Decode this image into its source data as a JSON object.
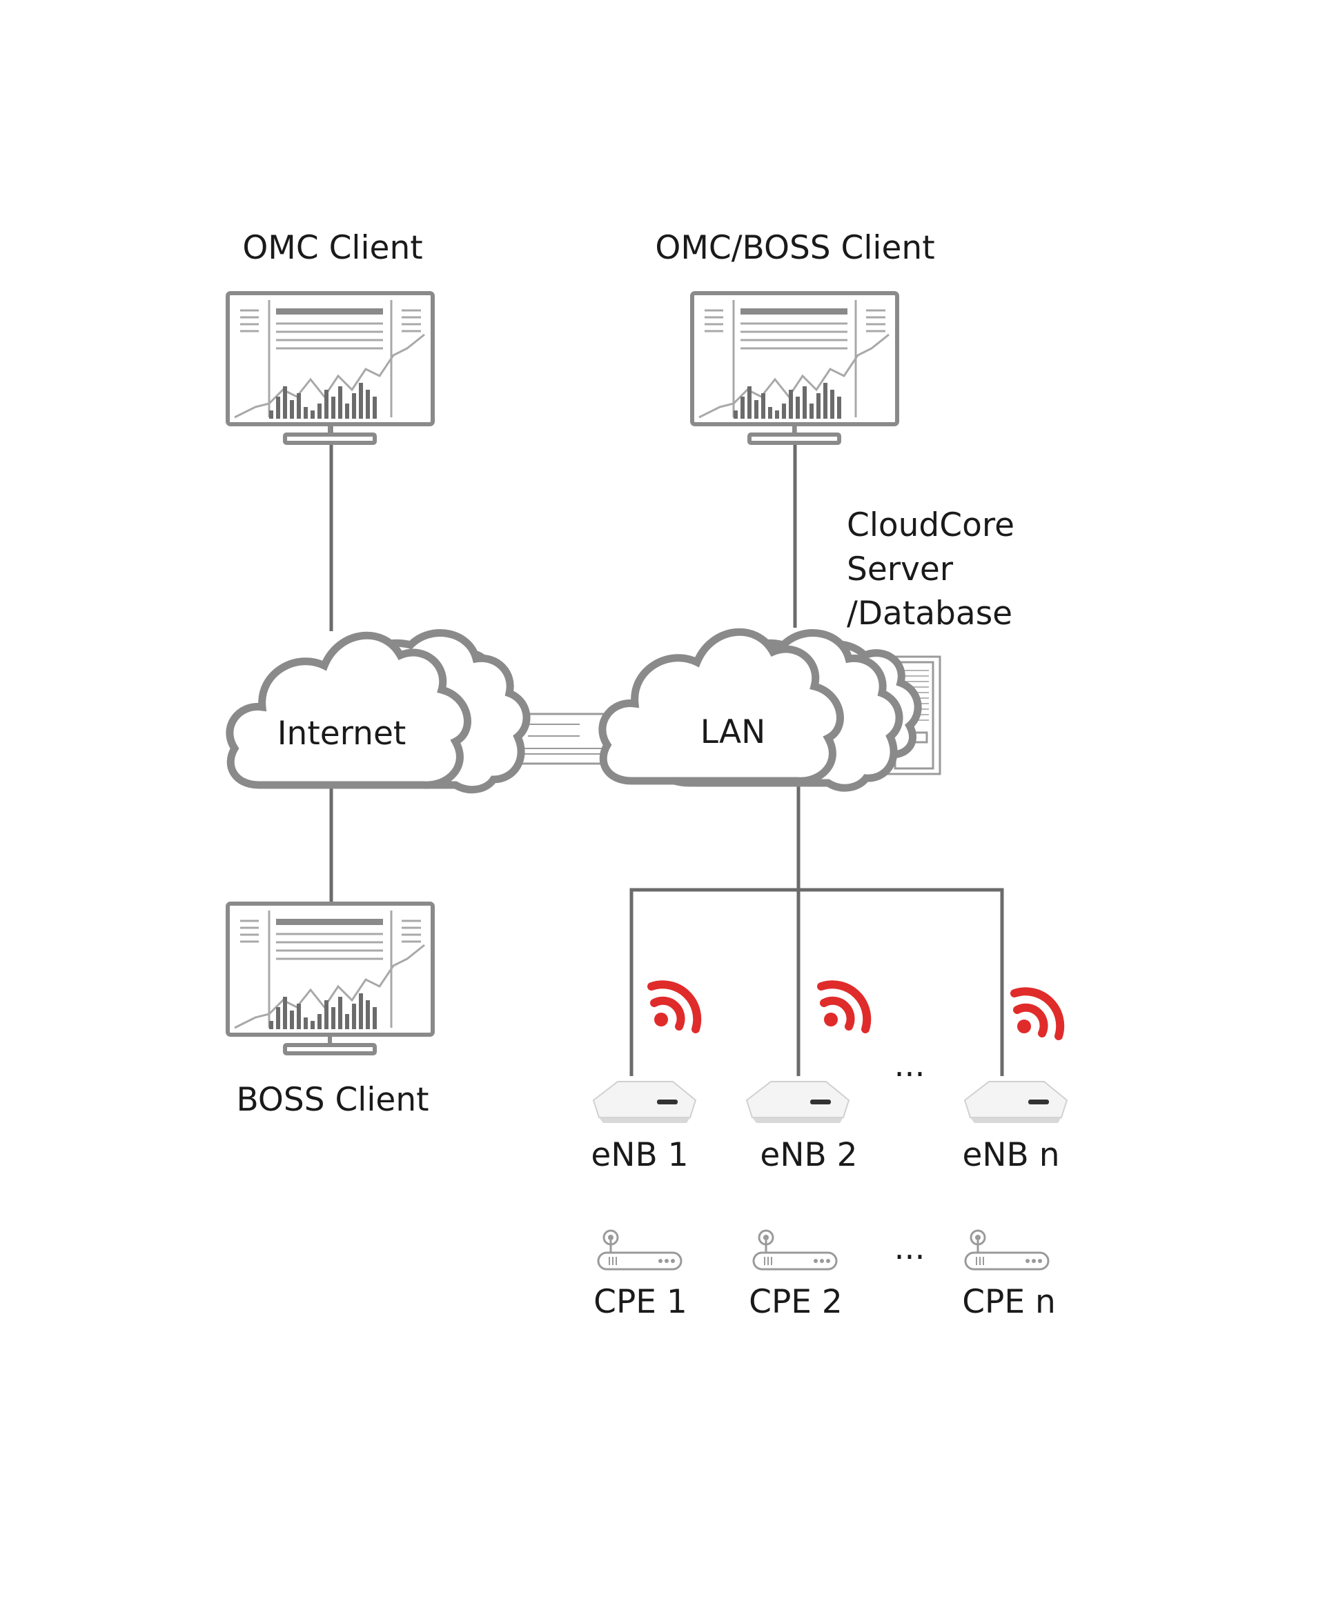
{
  "clients": {
    "omc": "OMC Client",
    "omc_boss": "OMC/BOSS Client",
    "boss": "BOSS Client"
  },
  "networks": {
    "internet": "Internet",
    "lan": "LAN"
  },
  "server": {
    "line1": "CloudCore",
    "line2": "Server",
    "line3": "/Database"
  },
  "enbs": [
    "eNB 1",
    "eNB 2",
    "eNB n"
  ],
  "cpes": [
    "CPE 1",
    "CPE 2",
    "CPE n"
  ],
  "ellipsis": "...",
  "colors": {
    "line": "#6b6b6b",
    "device_outline": "#8a8a8a",
    "wifi": "#e02b2b",
    "text": "#1a1a1a"
  }
}
